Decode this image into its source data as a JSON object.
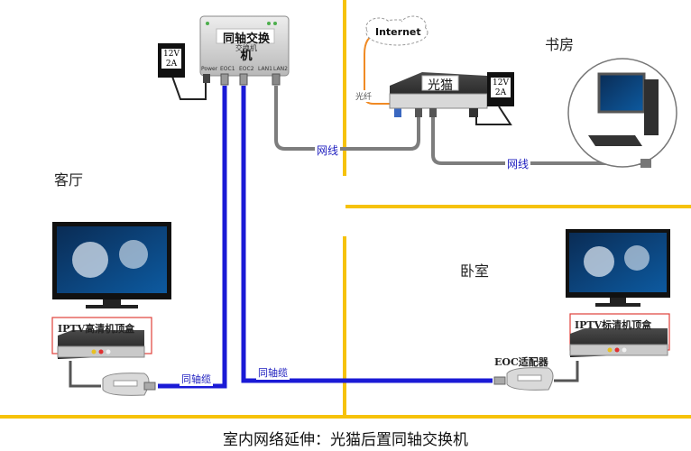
{
  "rooms": {
    "living_room": "客厅",
    "study": "书房",
    "bedroom": "卧室"
  },
  "devices": {
    "coax_switch_title": "同轴交换机",
    "coax_switch_subtitle": "交换机",
    "switch_ports": [
      "Power",
      "EOC1",
      "EOC2",
      "LAN1",
      "LAN2"
    ],
    "psu_label_line1": "12V",
    "psu_label_line2": "2A",
    "optical_modem": "光猫",
    "internet": "Internet",
    "fiber": "光纤",
    "hd_stb": "IPTV高清机顶盒",
    "sd_stb": "IPTV标清机顶盒",
    "eoc_adapter": "EOC适配器"
  },
  "cables": {
    "network_cable_1": "网线",
    "network_cable_2": "网线",
    "coax_cable_1": "同轴缆",
    "coax_cable_2": "同轴缆"
  },
  "caption": "室内网络延伸：光猫后置同轴交换机",
  "colors": {
    "wall": "#f6c20a",
    "coax": "#1a1ad6",
    "network": "#7d7d7d",
    "fiber": "#f08a24",
    "stb_outline": "#e0403a"
  }
}
